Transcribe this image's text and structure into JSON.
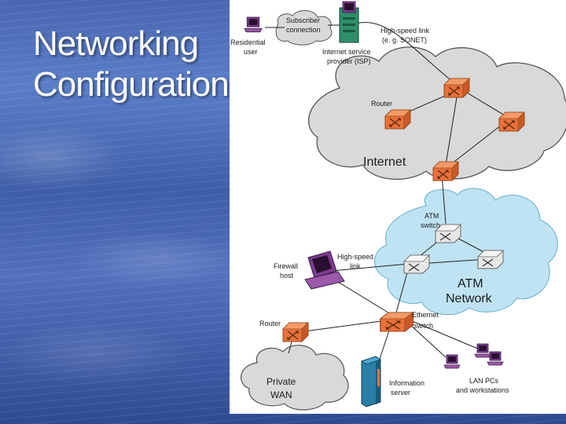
{
  "slide": {
    "title_line1": "Networking",
    "title_line2": "Configuration"
  },
  "diagram": {
    "clouds": {
      "internet": "Internet",
      "atm_line1": "ATM",
      "atm_line2": "Network",
      "private_line1": "Private",
      "private_line2": "WAN"
    },
    "labels": {
      "subscriber_line1": "Subscriber",
      "subscriber_line2": "connection",
      "residential_line1": "Residential",
      "residential_line2": "user",
      "highspeed_link_line1": "High-speed link",
      "highspeed_link_line2": "(e. g. SONET)",
      "isp_line1": "Internet service",
      "isp_line2": "provider (ISP)",
      "router_internet": "Router",
      "atm_switch_line1": "ATM",
      "atm_switch_line2": "switch",
      "firewall_line1": "Firewall",
      "firewall_line2": "host",
      "hs_link2_line1": "High-speed",
      "hs_link2_line2": "link",
      "router_private": "Router",
      "ethernet_line1": "Ethernet",
      "ethernet_line2": "switch",
      "info_server_line1": "Information",
      "info_server_line2": "server",
      "lan_line1": "LAN PCs",
      "lan_line2": "and workstations"
    },
    "colors": {
      "router": "#e8703a",
      "cloud_internet": "#d9d9d9",
      "cloud_atm": "#bfe3f2",
      "atm_switch": "#e6e6e6",
      "workstation": "#7a3c8c",
      "server": "#2a7fa8"
    }
  }
}
